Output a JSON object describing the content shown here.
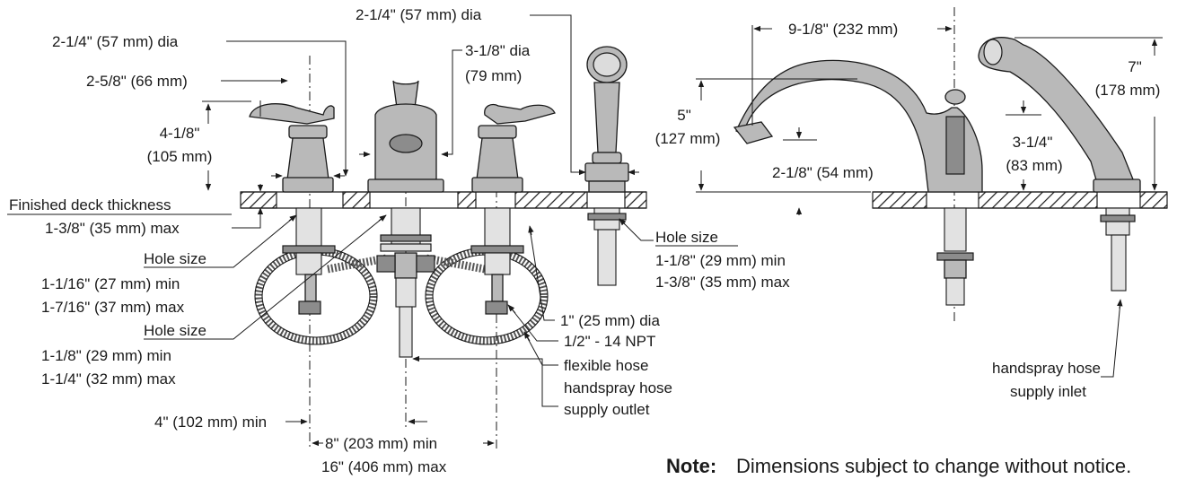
{
  "labels": {
    "left_handle_dia": "2-1/4\" (57 mm) dia",
    "left_handle_width": "2-5/8\" (66 mm)",
    "handle_height_1": "4-1/8\"",
    "handle_height_2": "(105 mm)",
    "spout_top_dia": "2-1/4\" (57 mm) dia",
    "spout_base_dia_1": "3-1/8\" dia",
    "spout_base_dia_2": "(79 mm)",
    "deck_thickness_title": "Finished deck thickness",
    "deck_thickness_value": "1-3/8\" (35 mm) max",
    "valve_hole_title": "Hole size",
    "valve_hole_min": "1-1/16\" (27 mm) min",
    "valve_hole_max": "1-7/16\" (37 mm) max",
    "spout_hole_title": "Hole size",
    "spout_hole_min": "1-1/8\" (29 mm) min",
    "spout_hole_max": "1-1/4\" (32 mm) max",
    "handspray_hole_title": "Hole size",
    "handspray_hole_min": "1-1/8\" (29 mm) min",
    "handspray_hole_max": "1-3/8\" (35 mm) max",
    "valve_min_spacing": "4\" (102 mm) min",
    "centers_min": "8\" (203 mm) min",
    "centers_max": "16\" (406 mm) max",
    "shank_dia": "1\" (25 mm) dia",
    "thread_spec": "1/2\" - 14 NPT",
    "flexible_hose": "flexible hose",
    "outlet_1": "handspray hose",
    "outlet_2": "supply outlet",
    "spout_reach": "9-1/8\" (232 mm)",
    "spout_height_1": "5\"",
    "spout_height_2": "(127 mm)",
    "spout_outlet_height": "2-1/8\" (54 mm)",
    "handle_side_height_1": "3-1/4\"",
    "handle_side_height_2": "(83 mm)",
    "handspray_height_1": "7\"",
    "handspray_height_2": "(178 mm)",
    "inlet_1": "handspray hose",
    "inlet_2": "supply inlet",
    "note_prefix": "Note:",
    "note_text": "Dimensions subject to change without notice."
  }
}
